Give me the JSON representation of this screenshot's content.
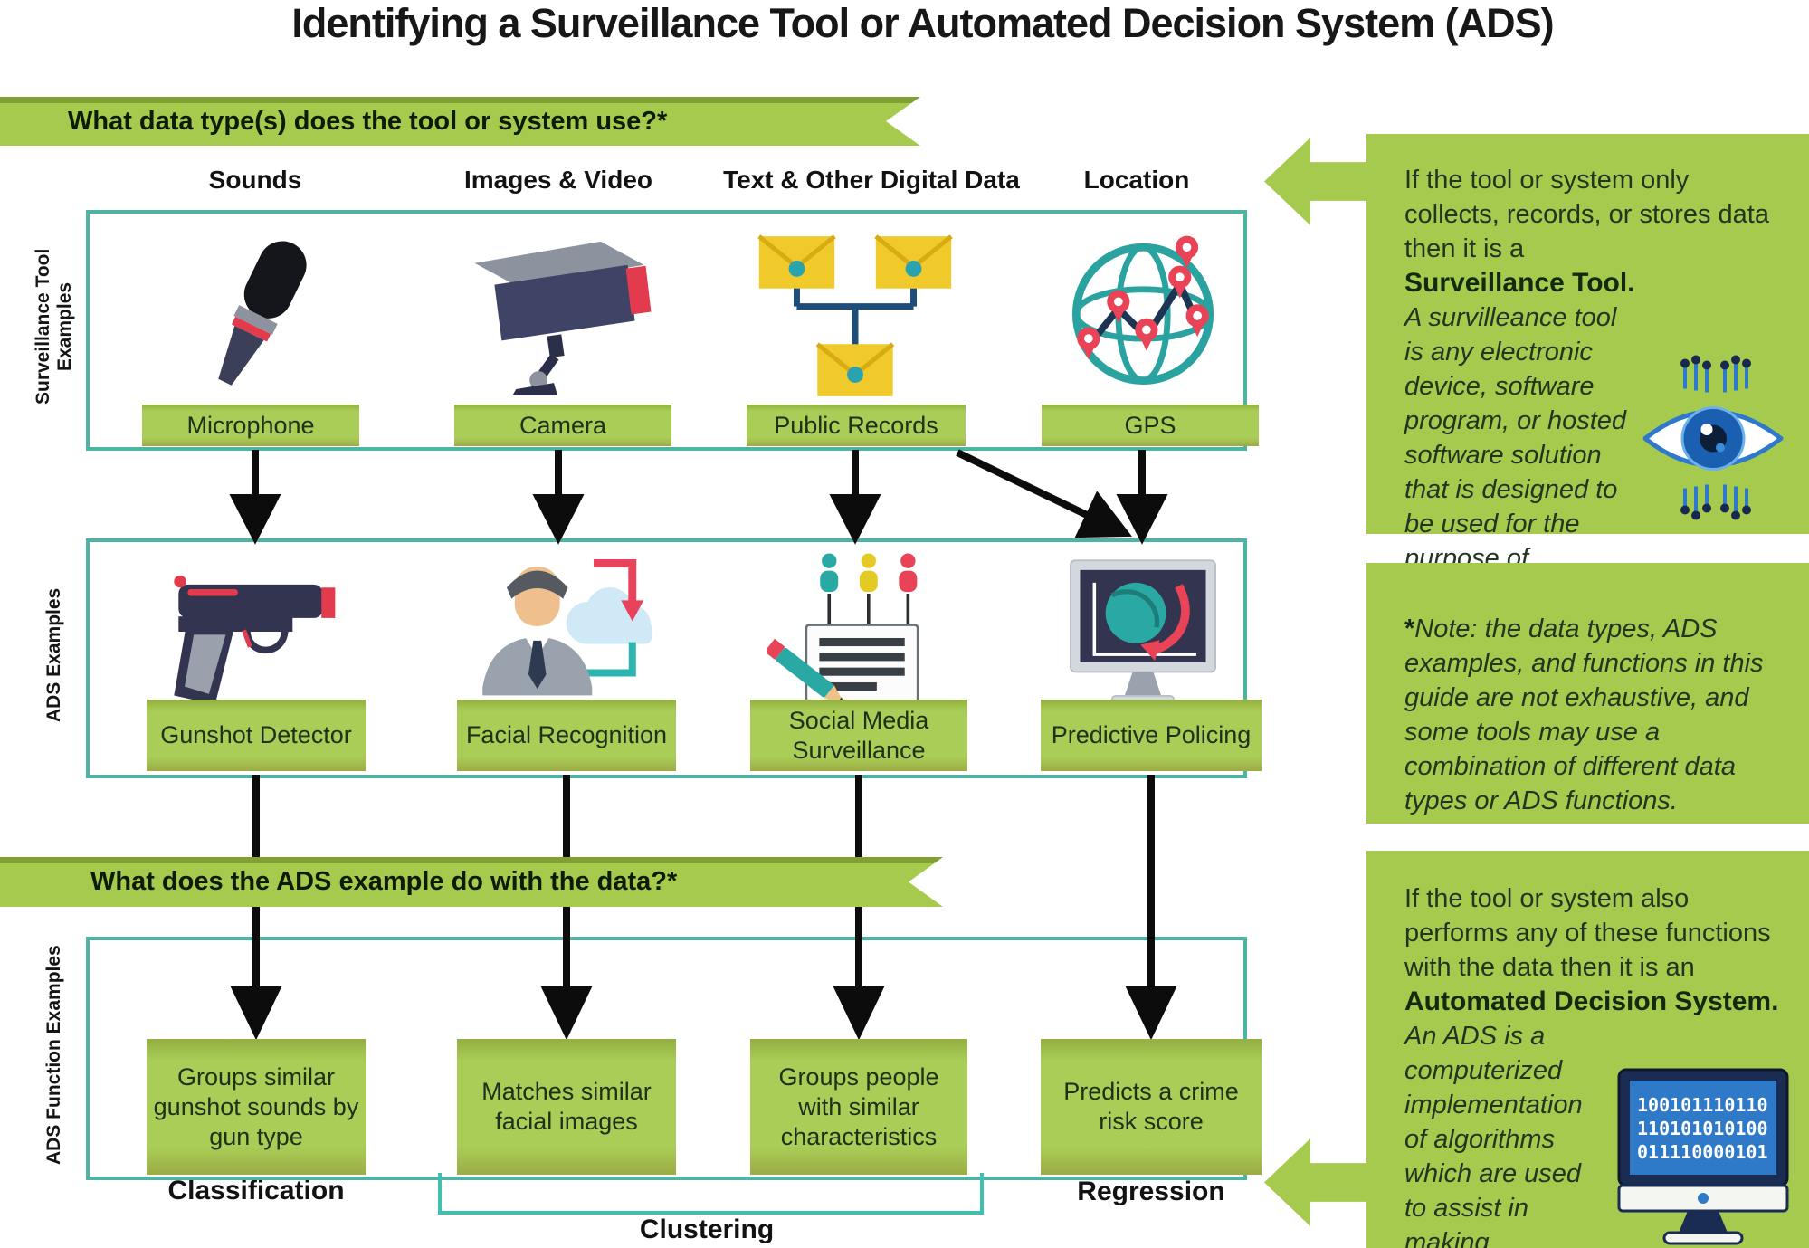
{
  "title": "Identifying a Surveillance Tool or Automated Decision System (ADS)",
  "banners": {
    "data_type_question": "What data type(s) does the tool or system use?*",
    "function_question": "What does the ADS example do with the data?*"
  },
  "row_labels": {
    "surveillance": "Surveillance Tool Examples",
    "ads": "ADS Examples",
    "functions": "ADS Function Examples"
  },
  "columns": [
    {
      "header": "Sounds",
      "tool": "Microphone",
      "tool_icon": "microphone-icon",
      "ads": "Gunshot Detector",
      "ads_icon": "gunshot-detector-icon",
      "function": "Groups similar gunshot sounds by gun type"
    },
    {
      "header": "Images & Video",
      "tool": "Camera",
      "tool_icon": "camera-icon",
      "ads": "Facial Recognition",
      "ads_icon": "facial-recognition-icon",
      "function": "Matches similar facial images"
    },
    {
      "header": "Text & Other Digital Data",
      "tool": "Public Records",
      "tool_icon": "public-records-icon",
      "ads": "Social Media Surveillance",
      "ads_icon": "social-media-surveillance-icon",
      "function": "Groups people with similar characteristics"
    },
    {
      "header": "Location",
      "tool": "GPS",
      "tool_icon": "gps-icon",
      "ads": "Predictive Policing",
      "ads_icon": "predictive-policing-icon",
      "function": "Predicts a crime risk score"
    }
  ],
  "function_categories": {
    "classification": "Classification",
    "clustering": "Clustering",
    "regression": "Regression"
  },
  "sidebar": {
    "surveillance_box": {
      "intro": "If the tool or system only collects, records, or stores data then it is a",
      "term": "Surveillance Tool.",
      "definition": "A survilleance tool is any electronic device, software program, or hosted software solution that is designed to be used for the purpose of surveillance."
    },
    "note_box": {
      "star": "*",
      "text": "Note: the data types, ADS examples, and functions in this guide are not exhaustive, and some tools may use a combination of different data types or ADS functions."
    },
    "ads_box": {
      "intro": "If the tool or system also performs any of these functions with the data then it is an",
      "term": "Automated Decision System.",
      "definition": "An ADS is a computerized implementation of algorithms which are used to assist in making decisions."
    },
    "binary_lines": [
      "100101110110",
      "110101010100",
      "011110000101"
    ]
  },
  "colors": {
    "green": "#a6ca4d",
    "teal_border": "#4db3a2",
    "bracket_teal": "#41c0b0",
    "arrow_black": "#0c0c0c"
  }
}
